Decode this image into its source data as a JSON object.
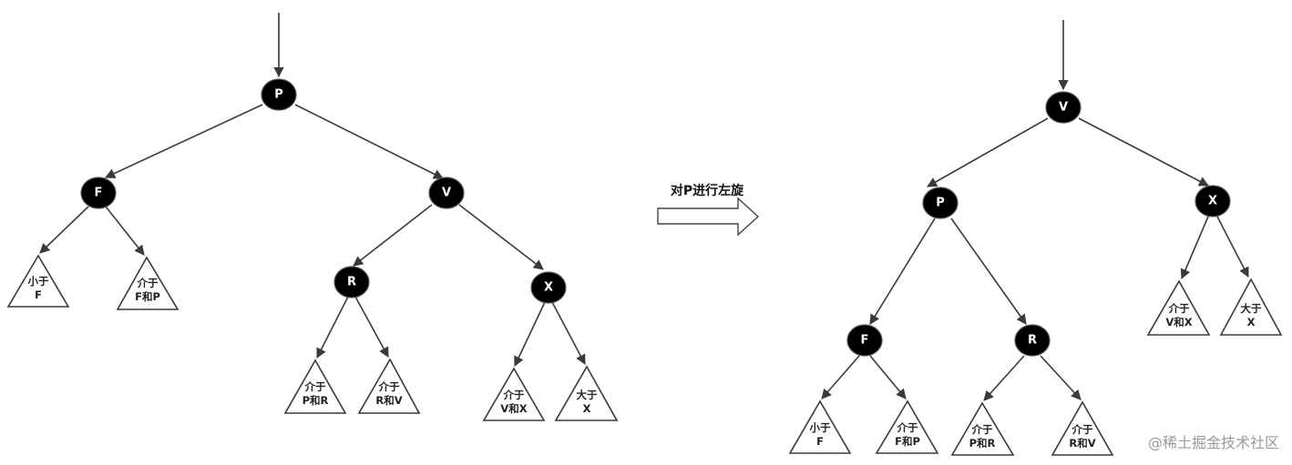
{
  "operation": {
    "label": "对P进行左旋"
  },
  "watermark": "@稀土掘金技术社区",
  "before_tree": {
    "nodes": [
      {
        "id": "b-P",
        "label": "P"
      },
      {
        "id": "b-F",
        "label": "F"
      },
      {
        "id": "b-V",
        "label": "V"
      },
      {
        "id": "b-R",
        "label": "R"
      },
      {
        "id": "b-X",
        "label": "X"
      }
    ],
    "subtrees": [
      {
        "id": "b-s1",
        "lines": [
          "小于",
          "F"
        ]
      },
      {
        "id": "b-s2",
        "lines": [
          "介于",
          "F和P"
        ]
      },
      {
        "id": "b-s3",
        "lines": [
          "介于",
          "P和R"
        ]
      },
      {
        "id": "b-s4",
        "lines": [
          "介于",
          "R和V"
        ]
      },
      {
        "id": "b-s5",
        "lines": [
          "介于",
          "V和X"
        ]
      },
      {
        "id": "b-s6",
        "lines": [
          "大于",
          "X"
        ]
      }
    ]
  },
  "after_tree": {
    "nodes": [
      {
        "id": "a-V",
        "label": "V"
      },
      {
        "id": "a-P",
        "label": "P"
      },
      {
        "id": "a-X",
        "label": "X"
      },
      {
        "id": "a-F",
        "label": "F"
      },
      {
        "id": "a-R",
        "label": "R"
      }
    ],
    "subtrees": [
      {
        "id": "a-s1",
        "lines": [
          "小于",
          "F"
        ]
      },
      {
        "id": "a-s2",
        "lines": [
          "介于",
          "F和P"
        ]
      },
      {
        "id": "a-s3",
        "lines": [
          "介于",
          "P和R"
        ]
      },
      {
        "id": "a-s4",
        "lines": [
          "介于",
          "R和V"
        ]
      },
      {
        "id": "a-s5",
        "lines": [
          "介于",
          "V和X"
        ]
      },
      {
        "id": "a-s6",
        "lines": [
          "大于",
          "X"
        ]
      }
    ]
  }
}
